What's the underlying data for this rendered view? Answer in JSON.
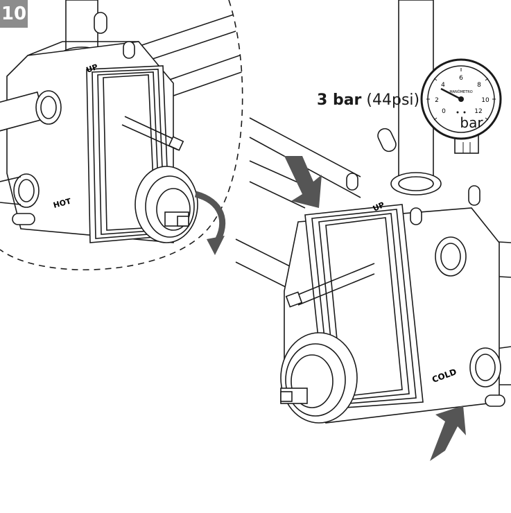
{
  "step": {
    "number": "10"
  },
  "pressure": {
    "value": "3 bar",
    "alt": "(44psi)"
  },
  "gauge": {
    "unit": "bar",
    "brand": "MANÓMETRO",
    "ticks": [
      "0",
      "2",
      "4",
      "6",
      "8",
      "10",
      "12"
    ]
  },
  "valve_labels": {
    "up": "UP",
    "hot": "HOT",
    "cold": "COLD"
  },
  "colors": {
    "badge": "#8c8c8c",
    "arrow": "#555555",
    "line": "#1a1a1a"
  }
}
